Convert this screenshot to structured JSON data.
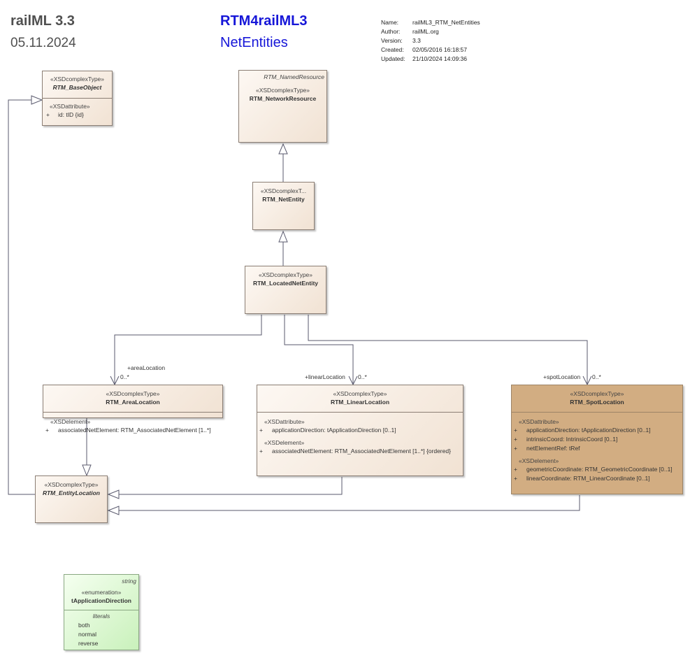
{
  "header": {
    "title": "railML 3.3",
    "date": "05.11.2024",
    "package": "RTM4railML3",
    "diagram": "NetEntities"
  },
  "meta": [
    {
      "key": "Name:",
      "value": "railML3_RTM_NetEntities"
    },
    {
      "key": "Author:",
      "value": "railML.org"
    },
    {
      "key": "Version:",
      "value": "3.3"
    },
    {
      "key": "Created:",
      "value": "02/05/2016 16:18:57"
    },
    {
      "key": "Updated:",
      "value": "21/10/2024 14:09:36"
    }
  ],
  "classes": {
    "base_object": {
      "stereotype": "«XSDcomplexType»",
      "name": "RTM_BaseObject",
      "sections": [
        {
          "label": "«XSDattribute»",
          "rows": [
            {
              "vis": "+",
              "text": "id: tID {id}"
            }
          ]
        }
      ]
    },
    "network_resource": {
      "parent_tag": "RTM_NamedResource",
      "stereotype": "«XSDcomplexType»",
      "name": "RTM_NetworkResource"
    },
    "net_entity": {
      "stereotype": "«XSDcomplexT...",
      "name": "RTM_NetEntity"
    },
    "located_net_entity": {
      "stereotype": "«XSDcomplexType»",
      "name": "RTM_LocatedNetEntity"
    },
    "area_location": {
      "stereotype": "«XSDcomplexType»",
      "name": "RTM_AreaLocation",
      "sections": [
        {
          "label": "«XSDelement»",
          "rows": [
            {
              "vis": "+",
              "text": "associatedNetElement: RTM_AssociatedNetElement [1..*]"
            }
          ]
        }
      ]
    },
    "linear_location": {
      "stereotype": "«XSDcomplexType»",
      "name": "RTM_LinearLocation",
      "sections": [
        {
          "label": "«XSDattribute»",
          "rows": [
            {
              "vis": "+",
              "text": "applicationDirection: tApplicationDirection [0..1]"
            }
          ]
        },
        {
          "label": "«XSDelement»",
          "rows": [
            {
              "vis": "+",
              "text": "associatedNetElement: RTM_AssociatedNetElement [1..*] {ordered}"
            }
          ]
        }
      ]
    },
    "spot_location": {
      "stereotype": "«XSDcomplexType»",
      "name": "RTM_SpotLocation",
      "sections": [
        {
          "label": "«XSDattribute»",
          "rows": [
            {
              "vis": "+",
              "text": "applicationDirection: tApplicationDirection [0..1]"
            },
            {
              "vis": "+",
              "text": "intrinsicCoord: IntrinsicCoord [0..1]"
            },
            {
              "vis": "+",
              "text": "netElementRef: tRef"
            }
          ]
        },
        {
          "label": "«XSDelement»",
          "rows": [
            {
              "vis": "+",
              "text": "geometricCoordinate: RTM_GeometricCoordinate [0..1]"
            },
            {
              "vis": "+",
              "text": "linearCoordinate: RTM_LinearCoordinate [0..1]"
            }
          ]
        }
      ]
    },
    "entity_location": {
      "stereotype": "«XSDcomplexType»",
      "name": "RTM_EntityLocation"
    },
    "application_direction": {
      "parent_tag": "string",
      "stereotype": "«enumeration»",
      "name": "tApplicationDirection",
      "literals_label": "literals",
      "literals": [
        "both",
        "normal",
        "reverse"
      ]
    }
  },
  "associations": {
    "area": {
      "role": "+areaLocation",
      "mult": "0..*"
    },
    "linear": {
      "role": "+linearLocation",
      "mult": "0..*"
    },
    "spot": {
      "role": "+spotLocation",
      "mult": "0..*"
    }
  },
  "colors": {
    "class_fill": "#f1e2d3",
    "spot_fill": "#d2ad82",
    "enum_fill": "#c9f1bb",
    "title_blue": "#1616d8",
    "line": "#5a5a6e"
  }
}
